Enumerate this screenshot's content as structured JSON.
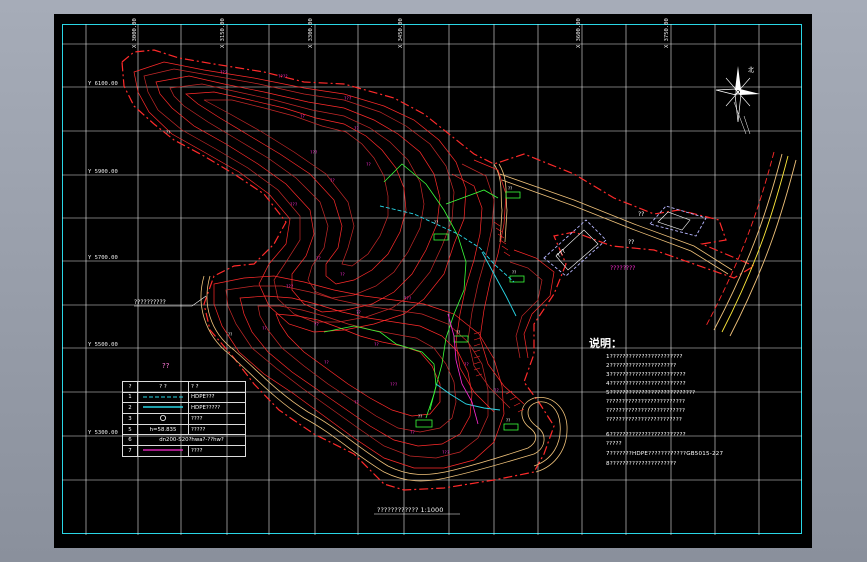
{
  "grid": {
    "x_labels": [
      "X 3000.00",
      "X 3150.00",
      "X 3300.00",
      "X 3450.00",
      "X 3600.00",
      "X 3750.00"
    ],
    "y_labels": [
      "Y 6100.00",
      "Y 5900.00",
      "Y 5700.00",
      "Y 5500.00",
      "Y 5300.00"
    ]
  },
  "drawing": {
    "north_label": "北",
    "building_label": "???",
    "side_label": "????????",
    "gate_label": "??",
    "gate_label2": "??",
    "left_callout": "??????????",
    "spot_labels": [
      "??",
      "??",
      "??",
      "??",
      "??",
      "??",
      "??",
      "??"
    ]
  },
  "legend": {
    "title": "??",
    "headers": [
      "?",
      "? ?",
      "? ?"
    ],
    "rows": [
      {
        "index": "1",
        "symbol": "dashed-cyan",
        "name": "HDPE???"
      },
      {
        "index": "2",
        "symbol": "solid-cyan",
        "name": "HDPE?????"
      },
      {
        "index": "3",
        "symbol": "circle",
        "name": "????"
      },
      {
        "index": "5",
        "symbol": "h=58.835",
        "name": "?????"
      },
      {
        "index": "6",
        "symbol": "dn200-S20?hwa?-??hw?",
        "name": ""
      },
      {
        "index": "7",
        "symbol": "magenta-line",
        "name": "????"
      }
    ]
  },
  "notes": {
    "title": "说明：",
    "lines": [
      "1???????????????????????",
      "2?????????????????????",
      "3????????????????????????",
      "4????????????????????????",
      "5???????????????????????????",
      "  ?????????????????????????",
      "  ?????????????????????????",
      "  ????????????????????????",
      "6????????????????????????",
      "  ?????",
      "7???????HDPE????????????GB5015-227",
      "8?????????????????????"
    ]
  },
  "scale_label": "????????????  1:1000",
  "colors": {
    "frame": "#29d6e6",
    "grid": "#e8e8e8",
    "contour_red": "#ff2a2a",
    "contour_dark": "#b82020",
    "road": "#f0c27a",
    "magenta": "#ff2ad4",
    "green": "#3aff3a",
    "cyan": "#29d6e6",
    "yellow": "#ffe93b"
  }
}
